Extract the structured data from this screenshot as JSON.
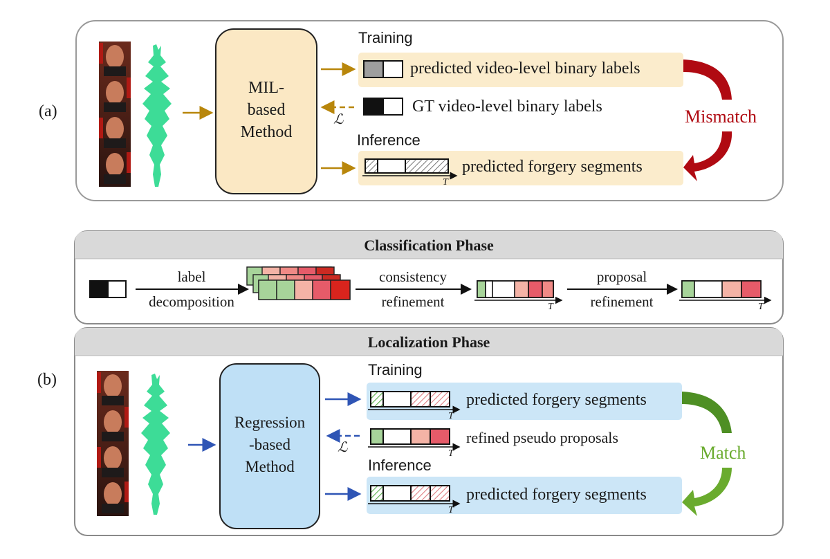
{
  "panel_a": {
    "label": "(a)",
    "method_lines": [
      "MIL-",
      "based",
      "Method"
    ],
    "training_label": "Training",
    "inference_label": "Inference",
    "predicted_video_labels": "predicted video-level binary labels",
    "gt_video_labels": "GT video-level binary labels",
    "predicted_forgery_segments": "predicted forgery segments",
    "loss_symbol": "ℒ",
    "time_symbol": "T",
    "mismatch": "Mismatch"
  },
  "classification": {
    "title": "Classification Phase",
    "step1_top": "label",
    "step1_bottom": "decomposition",
    "step2_top": "consistency",
    "step2_bottom": "refinement",
    "step3_top": "proposal",
    "step3_bottom": "refinement",
    "time_symbol": "T"
  },
  "panel_b": {
    "label": "(b)",
    "phase_title": "Localization Phase",
    "method_lines": [
      "Regression",
      "-based",
      "Method"
    ],
    "training_label": "Training",
    "inference_label": "Inference",
    "predicted_forgery_segments_train": "predicted forgery segments",
    "refined_pseudo_proposals": "refined pseudo proposals",
    "predicted_forgery_segments_infer": "predicted forgery segments",
    "loss_symbol": "ℒ",
    "time_symbol": "T",
    "match": "Match"
  },
  "colors": {
    "gold_arrow": "#b8860b",
    "blue_arrow": "#2f55b5",
    "mismatch_red": "#b00a12",
    "match_green": "#6aab2e",
    "mil_box": "#fbe8c4",
    "reg_box": "#bfe0f6",
    "highlight_yellow": "#fbeccc",
    "highlight_blue": "#cce6f7",
    "audio_green": "#3ddc97"
  }
}
